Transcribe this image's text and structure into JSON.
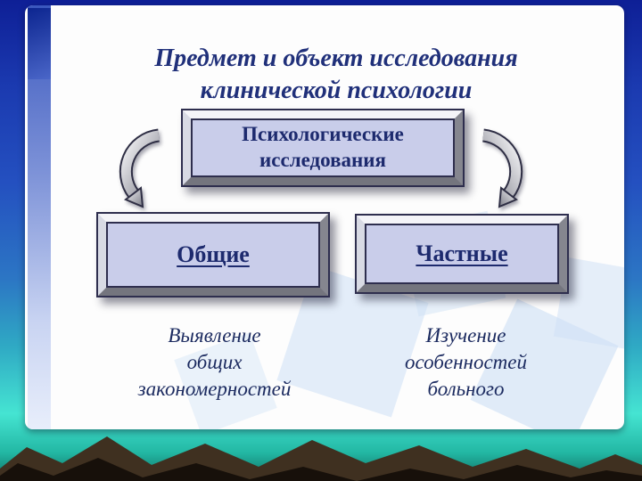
{
  "slide": {
    "title_line1": "Предмет и объект исследования",
    "title_line2": "клинической психологии",
    "diagram": {
      "root_box_label": "Психологические исследования",
      "left_box_label": "Общие",
      "right_box_label": "Частные",
      "left_arrow_icon": "curved-arrow-down-left",
      "right_arrow_icon": "curved-arrow-down-right",
      "left_caption_lines": [
        "Выявление",
        "общих",
        "закономерностей"
      ],
      "right_caption_lines": [
        "Изучение",
        "особенностей",
        "больного"
      ]
    }
  },
  "colors": {
    "background_top_blue": "#0e1f96",
    "background_teal": "#45e4d2",
    "panel_white": "#fdfdfd",
    "left_stripe_blue": "#3a57be",
    "box_fill_lavender": "#c9cdea",
    "box_frame_silver": "#9aa0ad",
    "text_navy": "#1d2a6e",
    "title_navy": "#20307a",
    "arrow_silver": "#c9c9cf",
    "mountain_dark": "#17100a"
  }
}
